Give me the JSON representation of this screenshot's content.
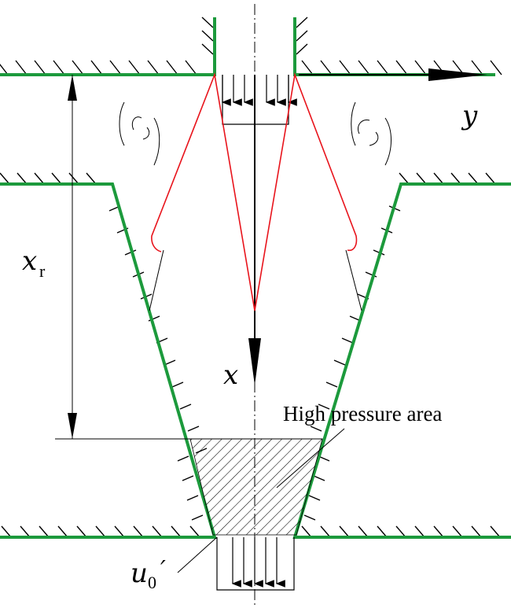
{
  "labels": {
    "y_axis": "y",
    "x_axis": "x",
    "x_r_main": "x",
    "x_r_sub": "r",
    "high_pressure": "High pressure area",
    "u0_main": "u",
    "u0_sub": "0",
    "u0_prime": "′"
  },
  "colors": {
    "wall": "#1c9a3c",
    "hatch": "#000000",
    "jet_lines": "#e8141c",
    "ink": "#000000"
  }
}
